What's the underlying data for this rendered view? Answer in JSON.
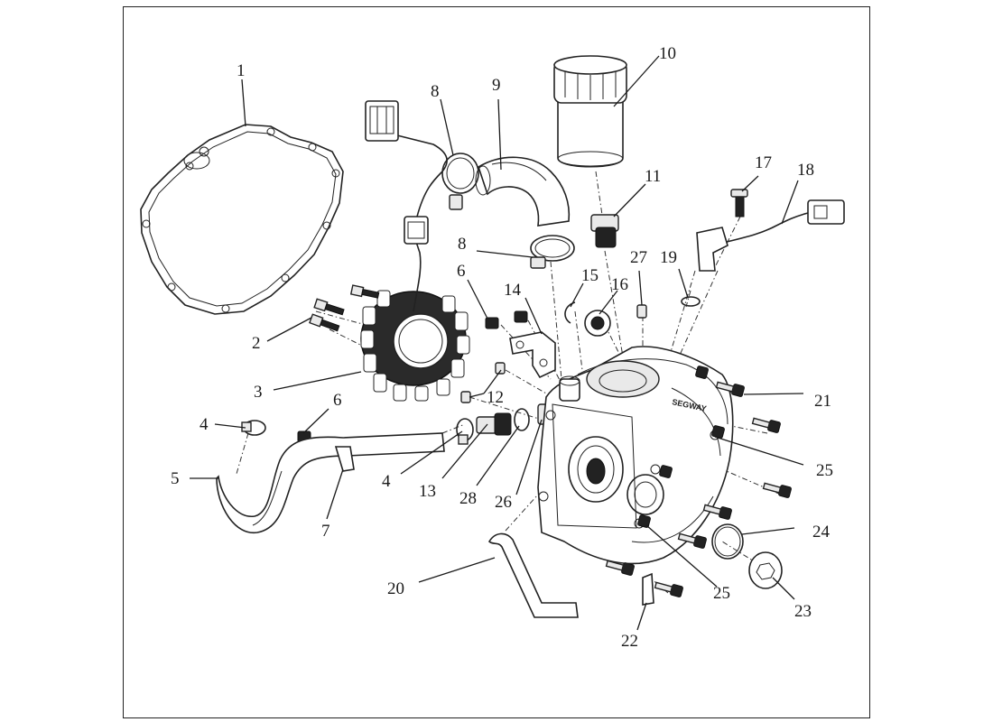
{
  "diagram": {
    "brand_text": "SEGWAY",
    "callouts": [
      {
        "id": "c1",
        "text": "1"
      },
      {
        "id": "c2",
        "text": "2"
      },
      {
        "id": "c3",
        "text": "3"
      },
      {
        "id": "c4a",
        "text": "4"
      },
      {
        "id": "c4b",
        "text": "4"
      },
      {
        "id": "c5",
        "text": "5"
      },
      {
        "id": "c6a",
        "text": "6"
      },
      {
        "id": "c6b",
        "text": "6"
      },
      {
        "id": "c7",
        "text": "7"
      },
      {
        "id": "c8a",
        "text": "8"
      },
      {
        "id": "c8b",
        "text": "8"
      },
      {
        "id": "c9",
        "text": "9"
      },
      {
        "id": "c10",
        "text": "10"
      },
      {
        "id": "c11",
        "text": "11"
      },
      {
        "id": "c12",
        "text": "12"
      },
      {
        "id": "c13",
        "text": "13"
      },
      {
        "id": "c14",
        "text": "14"
      },
      {
        "id": "c15",
        "text": "15"
      },
      {
        "id": "c16",
        "text": "16"
      },
      {
        "id": "c17",
        "text": "17"
      },
      {
        "id": "c18",
        "text": "18"
      },
      {
        "id": "c19",
        "text": "19"
      },
      {
        "id": "c20",
        "text": "20"
      },
      {
        "id": "c21",
        "text": "21"
      },
      {
        "id": "c22",
        "text": "22"
      },
      {
        "id": "c23",
        "text": "23"
      },
      {
        "id": "c24",
        "text": "24"
      },
      {
        "id": "c25a",
        "text": "25"
      },
      {
        "id": "c25b",
        "text": "25"
      },
      {
        "id": "c26",
        "text": "26"
      },
      {
        "id": "c27",
        "text": "27"
      },
      {
        "id": "c28",
        "text": "28"
      }
    ]
  }
}
